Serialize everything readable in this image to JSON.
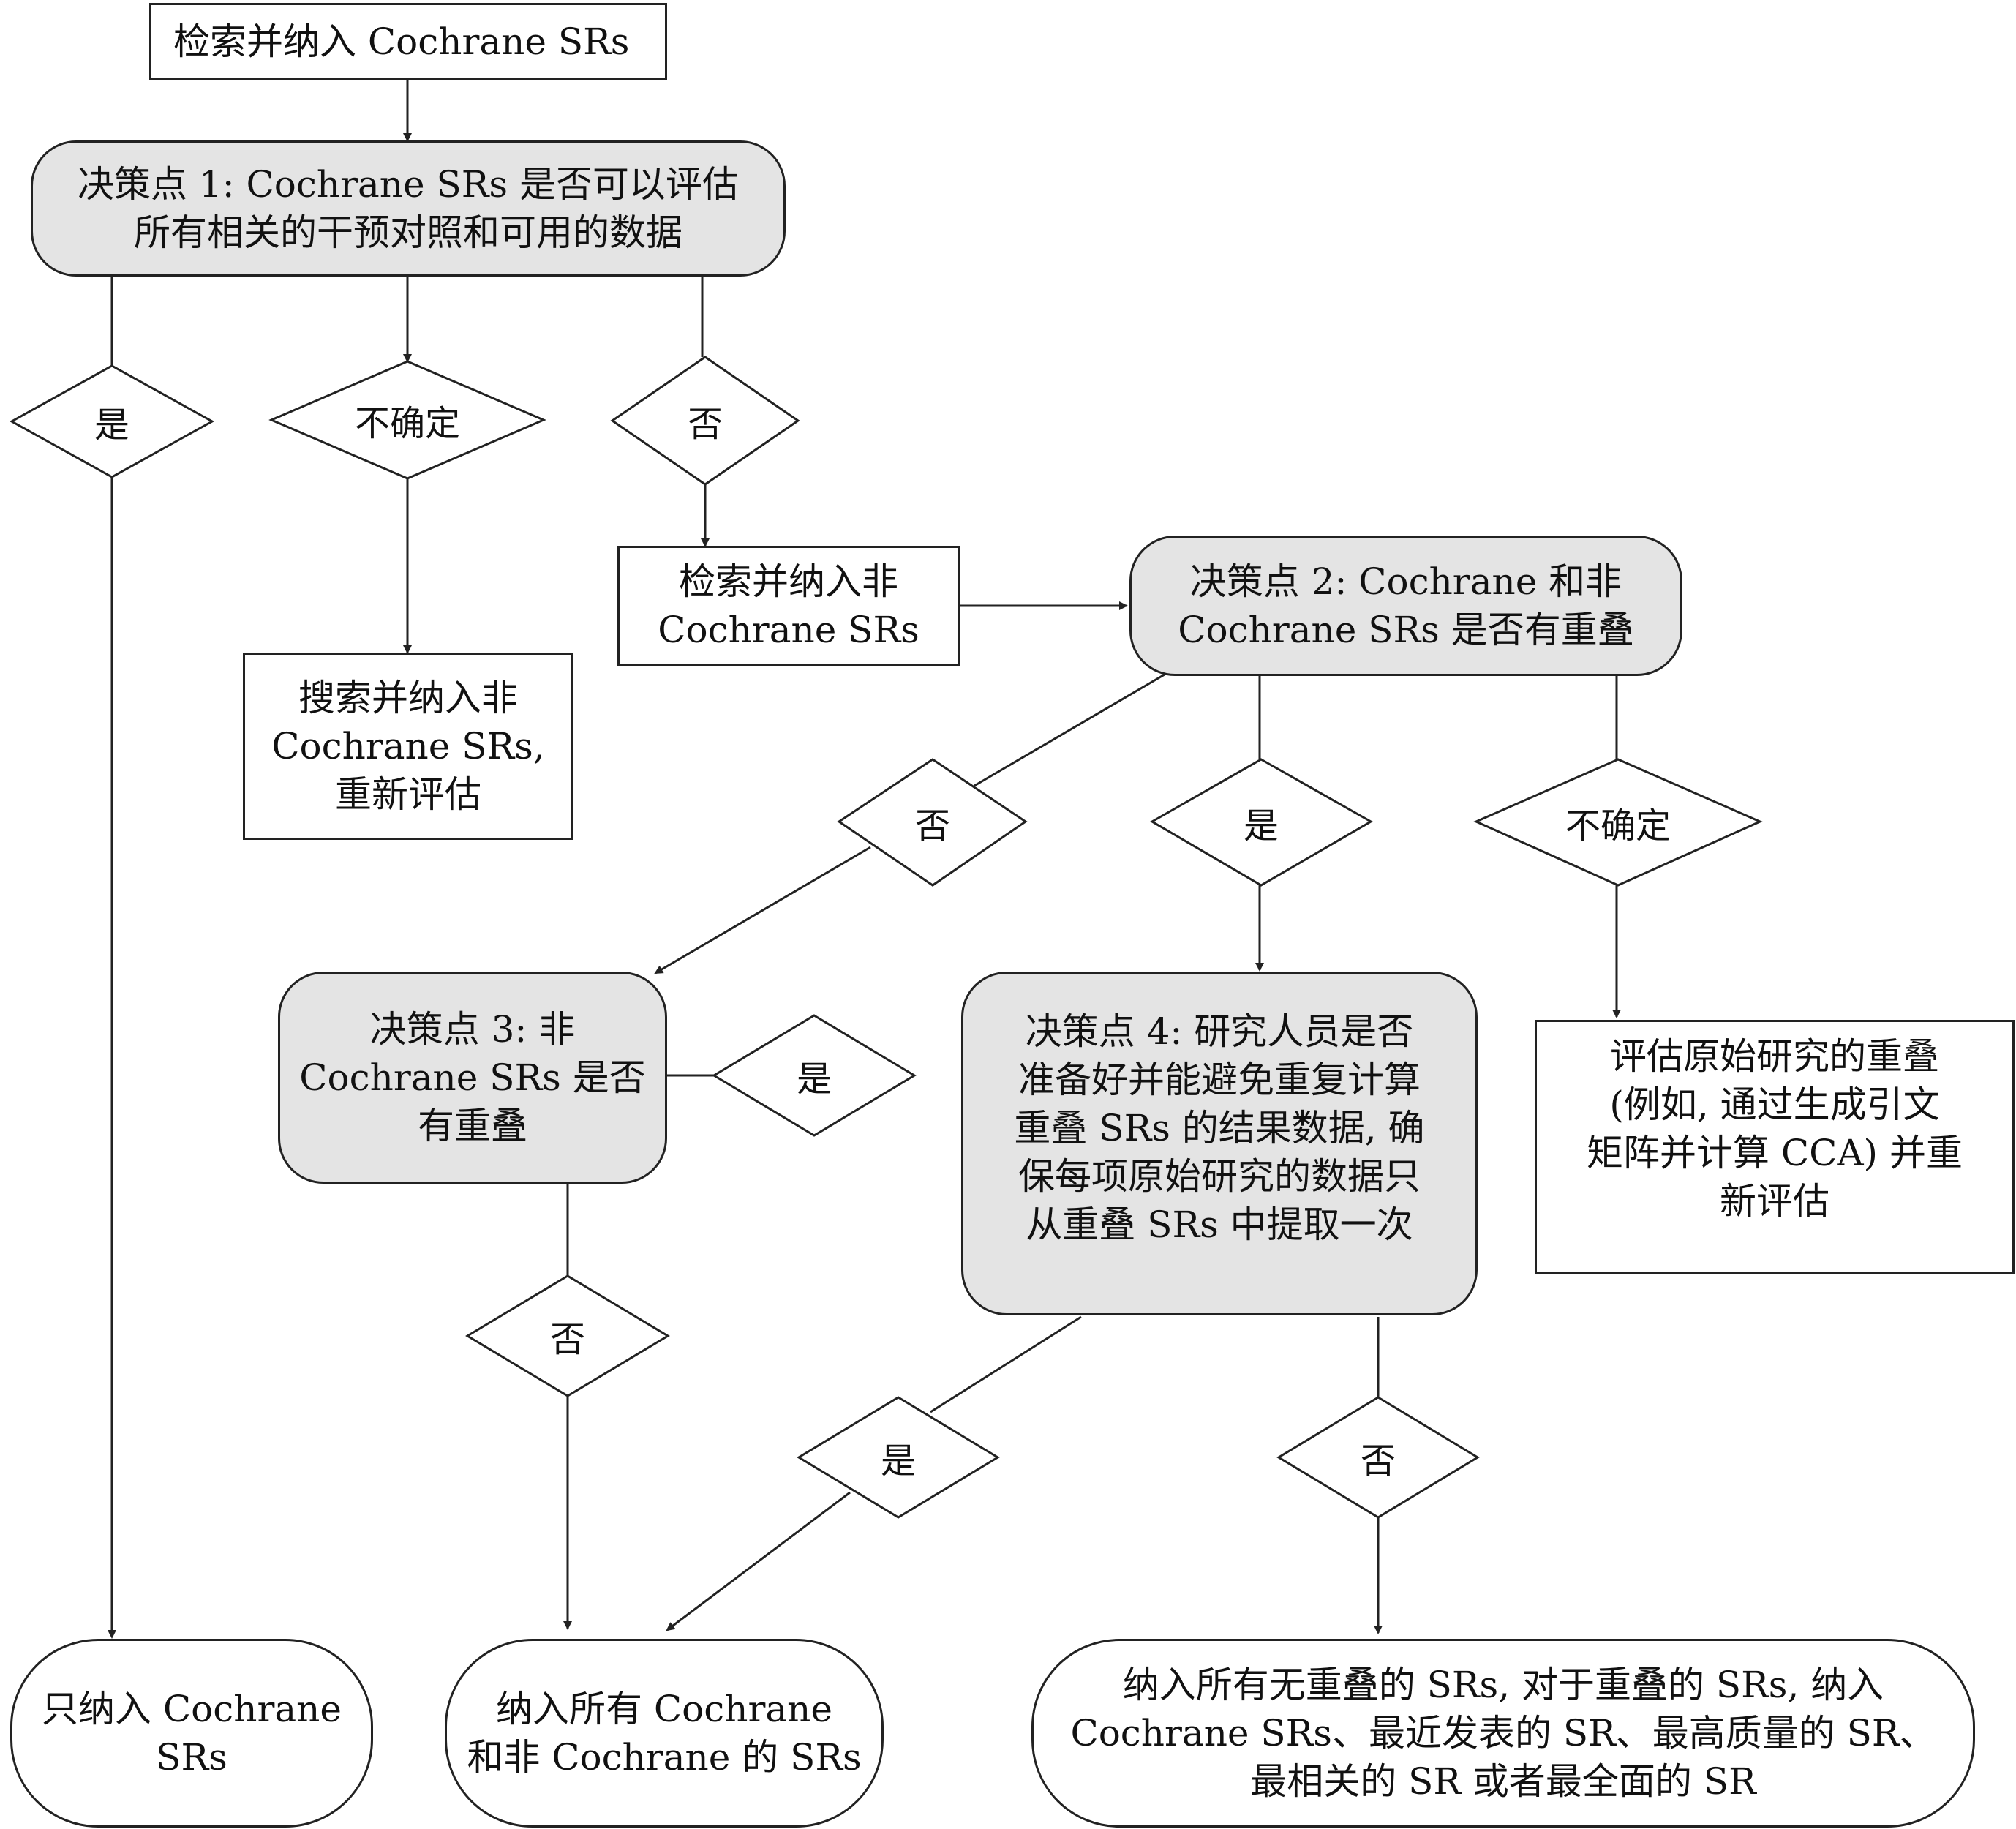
{
  "nodes": {
    "start": "检索并纳入 Cochrane SRs",
    "dp1": "决策点 1: Cochrane SRs 是否可以评估\n所有相关的干预对照和可用的数据",
    "search_non": "检索并纳入非\nCochrane SRs",
    "search_reassess": "搜索并纳入非\nCochrane SRs,\n重新评估",
    "dp2": "决策点 2: Cochrane 和非\nCochrane SRs 是否有重叠",
    "dp3": "决策点 3: 非\nCochrane SRs 是否\n有重叠",
    "dp4": "决策点 4: 研究人员是否\n准备好并能避免重复计算\n重叠 SRs 的结果数据, 确\n保每项原始研究的数据只\n从重叠 SRs 中提取一次",
    "assess_overlap": "评估原始研究的重叠\n(例如, 通过生成引文\n矩阵并计算 CCA) 并重\n新评估",
    "only_cochrane": "只纳入 Cochrane\nSRs",
    "include_all": "纳入所有 Cochrane\n和非 Cochrane 的 SRs",
    "include_nonoverlap": "纳入所有无重叠的 SRs, 对于重叠的 SRs, 纳入\nCochrane SRs、最近发表的 SR、最高质量的 SR、\n最相关的 SR 或者最全面的 SR"
  },
  "labels": {
    "yes": "是",
    "no": "否",
    "unsure": "不确定"
  }
}
